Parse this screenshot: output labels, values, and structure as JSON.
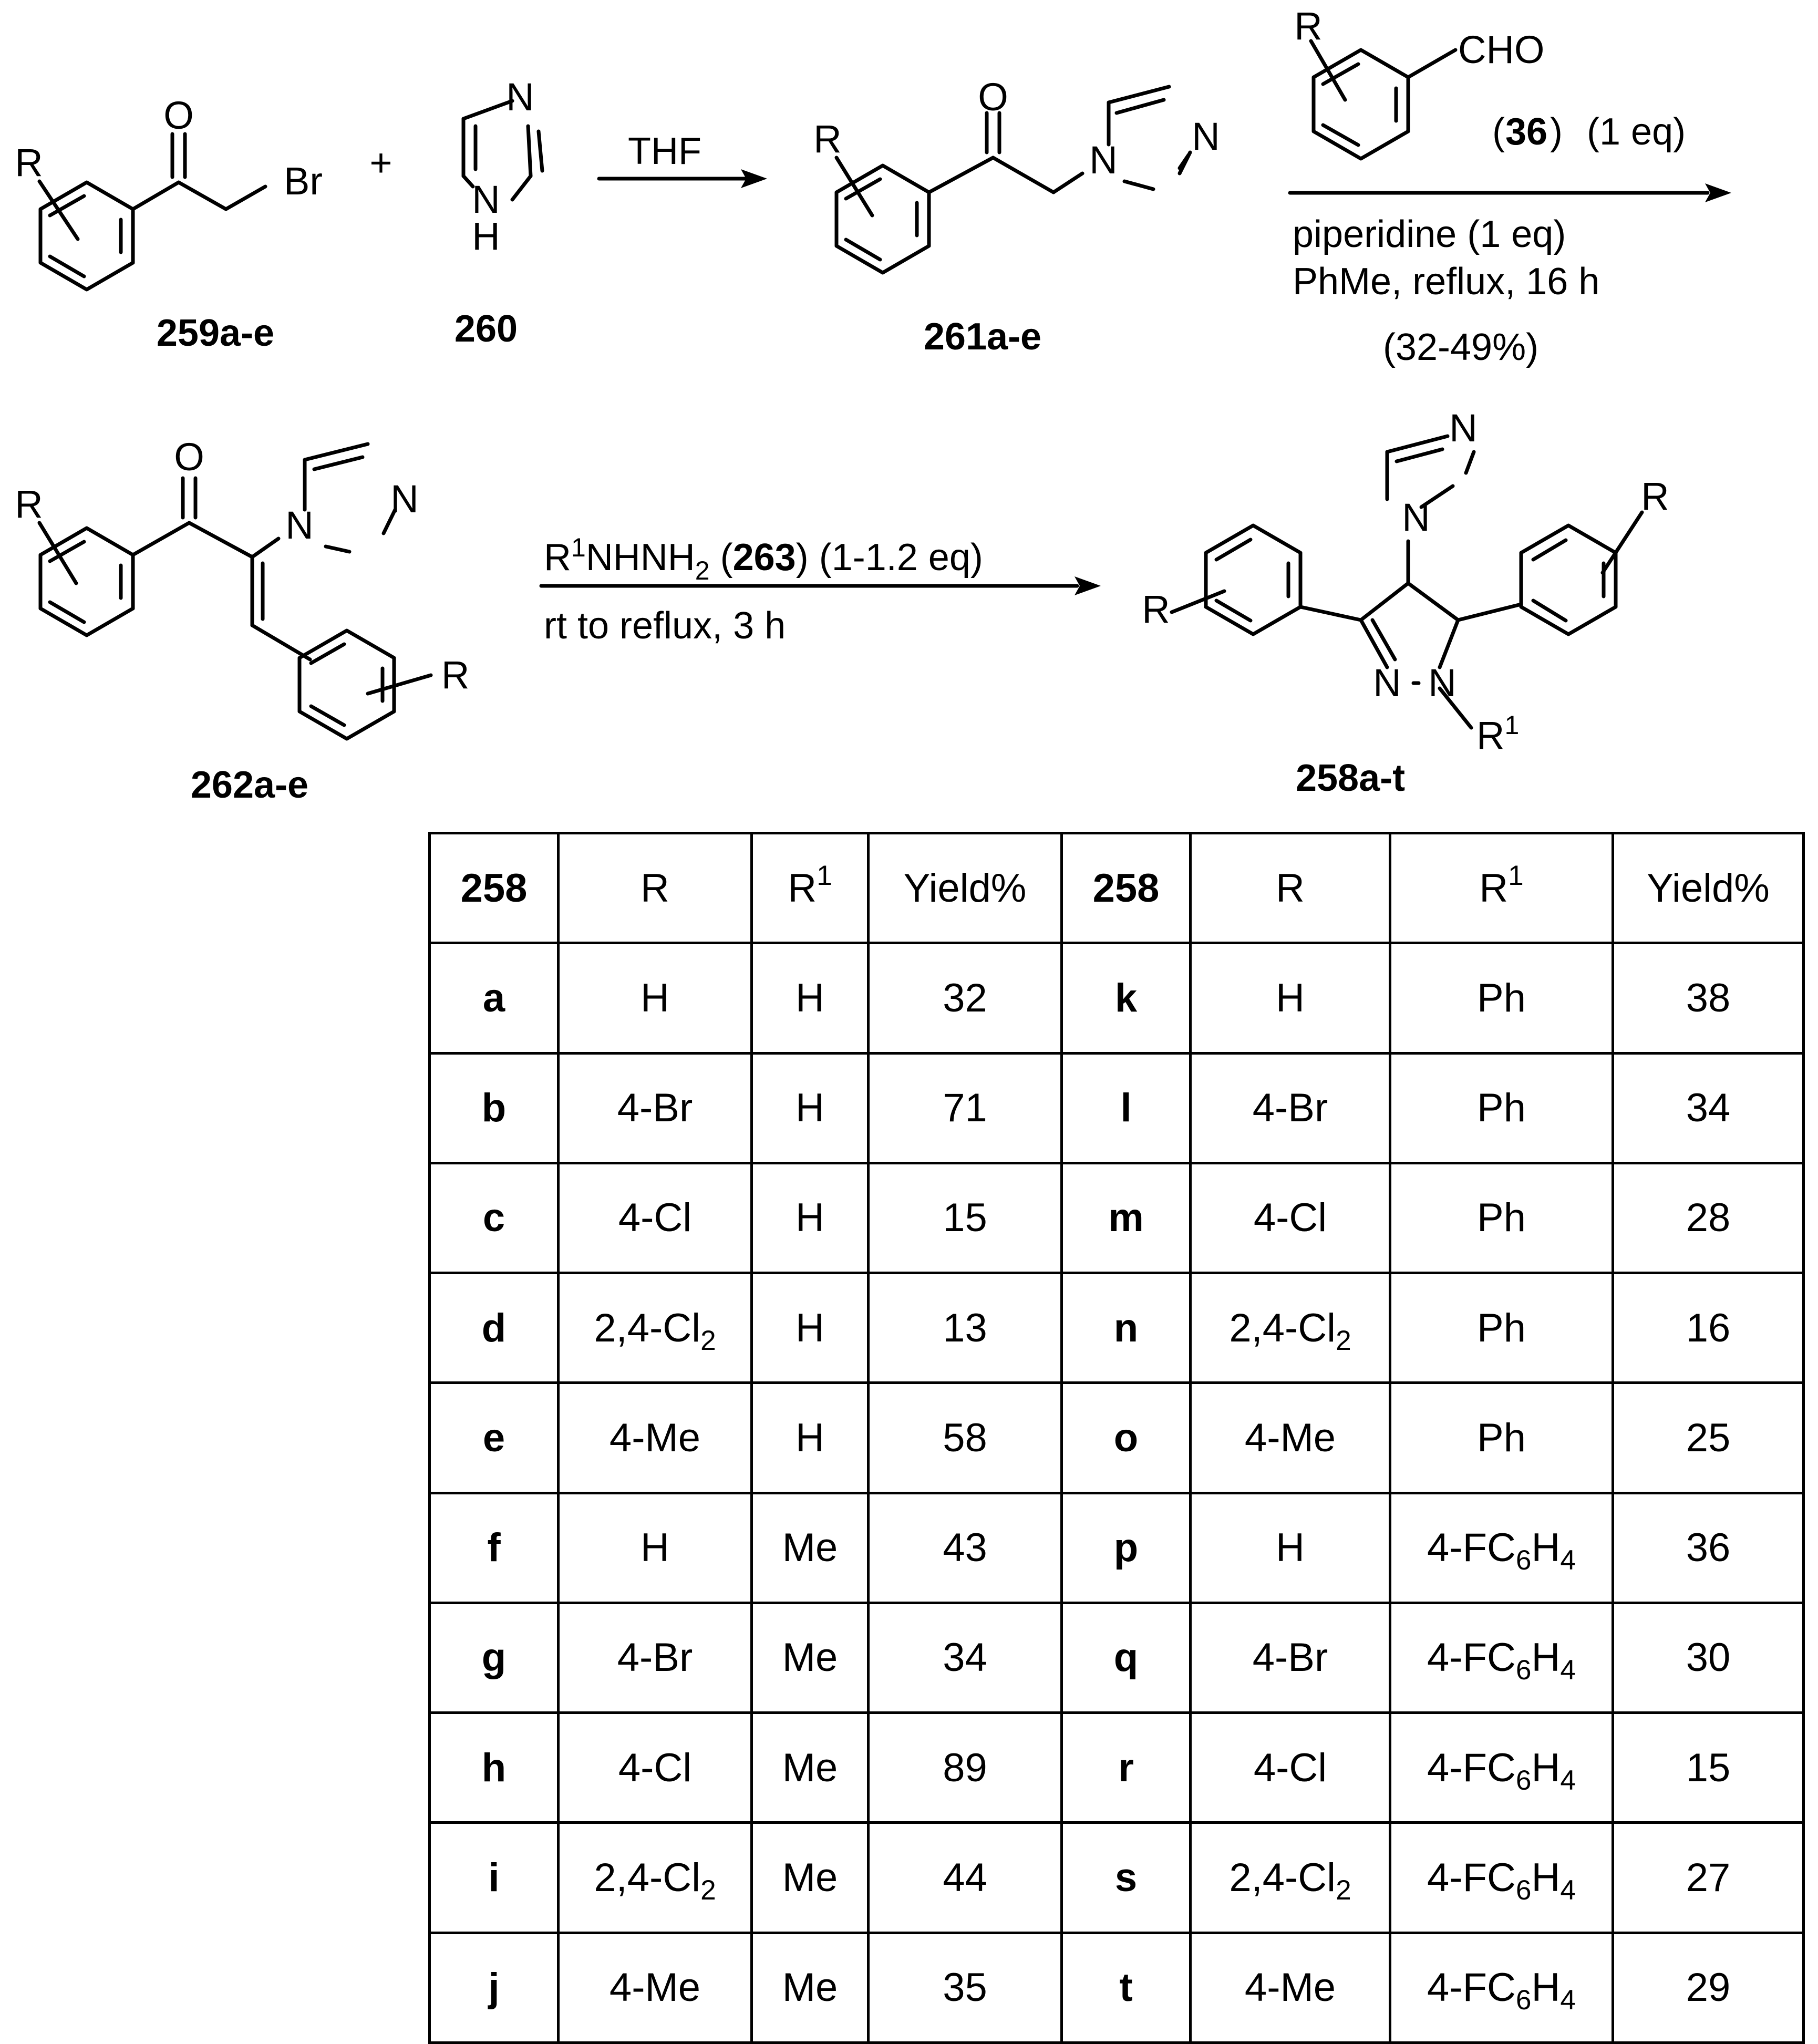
{
  "step1": {
    "reagent_label": "THF",
    "plus": "+",
    "compounds": {
      "c259": "259a-e",
      "c260": "260",
      "c261": "261a-e"
    },
    "atoms": {
      "R": "R",
      "O": "O",
      "Br": "Br",
      "N": "N",
      "H": "H"
    }
  },
  "step2": {
    "aldehyde_label": "CHO",
    "aldehyde_id": "36",
    "aldehyde_eq": "(1 eq)",
    "conditions_line1": "piperidine (1 eq)",
    "conditions_line2": "PhMe, reflux, 16 h",
    "yield_range": "(32-49%)"
  },
  "step3": {
    "hydrazine_prefix": "R",
    "hydrazine_sup": "1",
    "hydrazine_mid": "NHNH",
    "hydrazine_sub": "2",
    "hydrazine_id": "263",
    "hydrazine_eq": "(1-1.2 eq)",
    "conditions": "rt to reflux, 3 h",
    "compounds": {
      "c262": "262a-e",
      "c258": "258a-t"
    }
  },
  "table": {
    "headers": [
      "258",
      "R",
      "R1",
      "Yield%",
      "258",
      "R",
      "R1",
      "Yield%"
    ],
    "rows": [
      [
        "a",
        "H",
        "H",
        "32",
        "k",
        "H",
        "Ph",
        "38"
      ],
      [
        "b",
        "4-Br",
        "H",
        "71",
        "l",
        "4-Br",
        "Ph",
        "34"
      ],
      [
        "c",
        "4-Cl",
        "H",
        "15",
        "m",
        "4-Cl",
        "Ph",
        "28"
      ],
      [
        "d",
        "2,4-Cl2",
        "H",
        "13",
        "n",
        "2,4-Cl2",
        "Ph",
        "16"
      ],
      [
        "e",
        "4-Me",
        "H",
        "58",
        "o",
        "4-Me",
        "Ph",
        "25"
      ],
      [
        "f",
        "H",
        "Me",
        "43",
        "p",
        "H",
        "4-FC6H4",
        "36"
      ],
      [
        "g",
        "4-Br",
        "Me",
        "34",
        "q",
        "4-Br",
        "4-FC6H4",
        "30"
      ],
      [
        "h",
        "4-Cl",
        "Me",
        "89",
        "r",
        "4-Cl",
        "4-FC6H4",
        "15"
      ],
      [
        "i",
        "2,4-Cl2",
        "Me",
        "44",
        "s",
        "2,4-Cl2",
        "4-FC6H4",
        "27"
      ],
      [
        "j",
        "4-Me",
        "Me",
        "35",
        "t",
        "4-Me",
        "4-FC6H4",
        "29"
      ]
    ]
  }
}
